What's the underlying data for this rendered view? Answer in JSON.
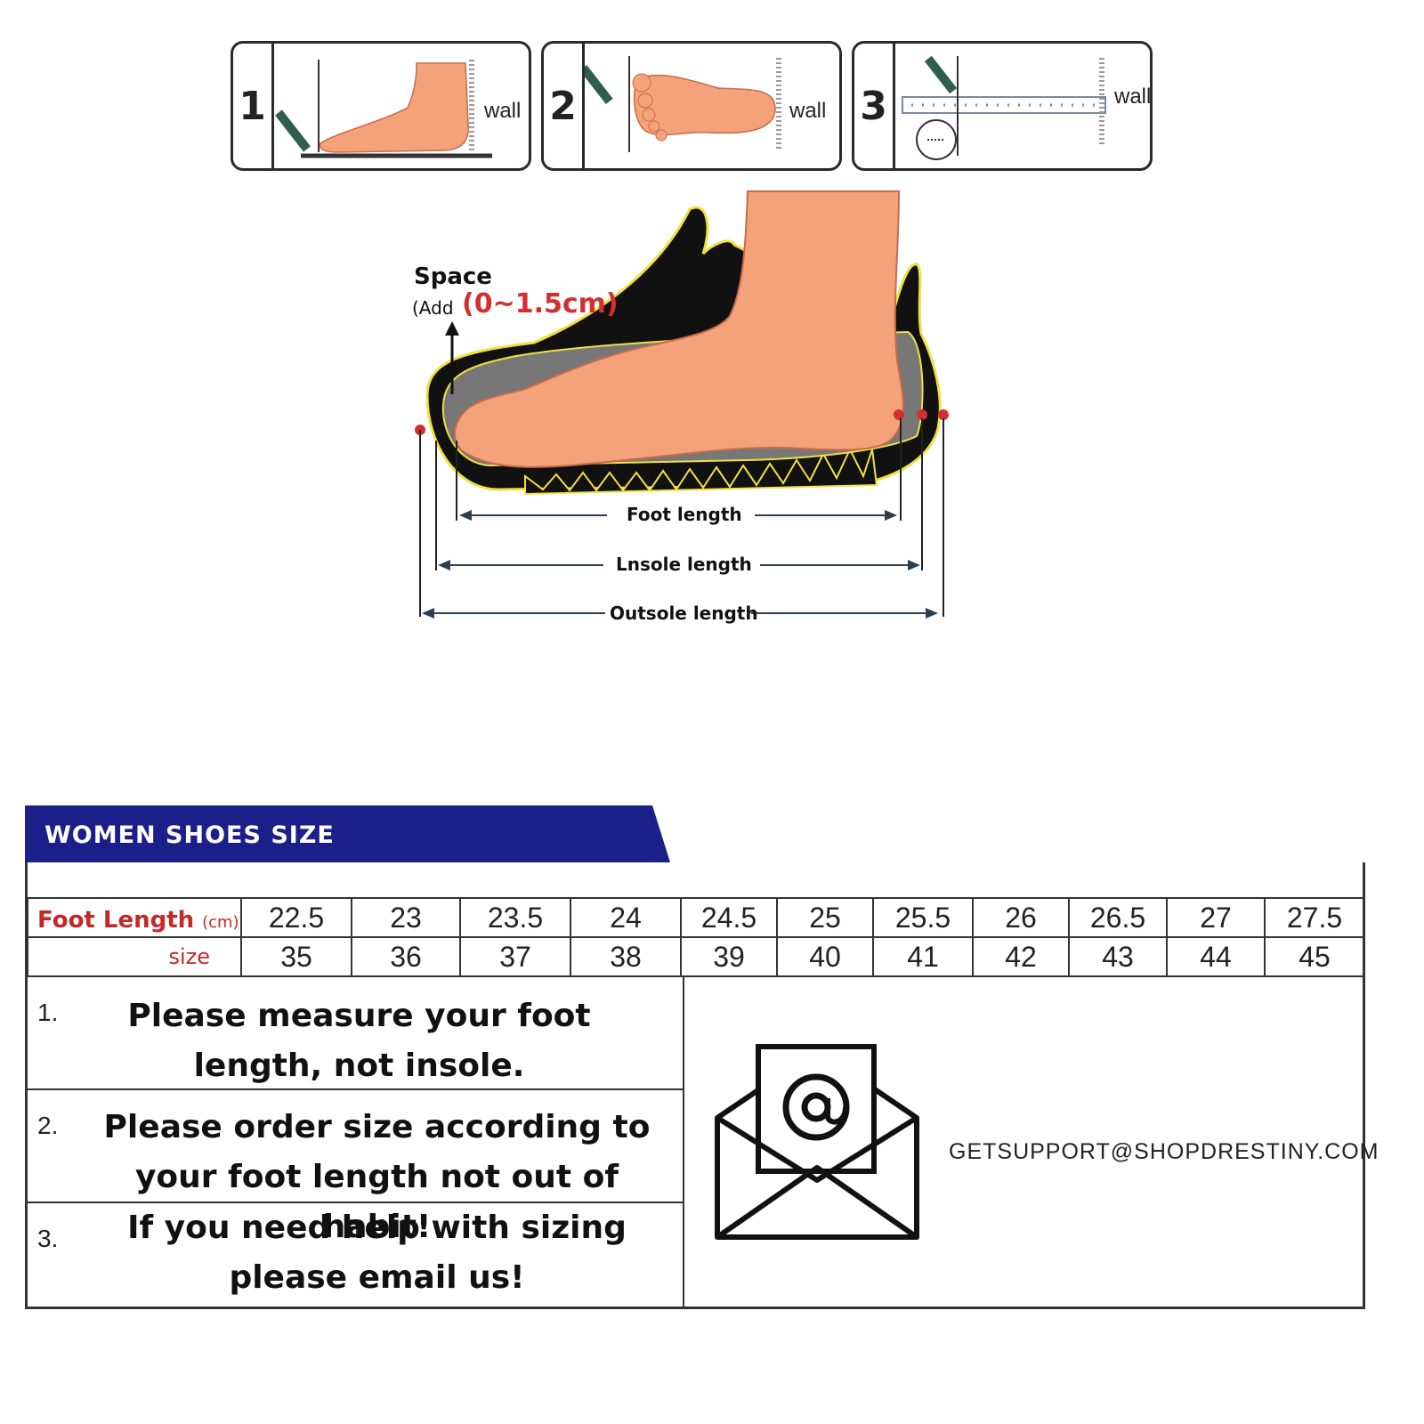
{
  "steps": [
    {
      "number": "1",
      "wall_label": "wall"
    },
    {
      "number": "2",
      "wall_label": "wall"
    },
    {
      "number": "3",
      "wall_label": "wall"
    }
  ],
  "diagram": {
    "space_label": "Space",
    "add_prefix": "(Add",
    "add_value": "(0~1.5cm)",
    "foot_length": "Foot length",
    "insole_length": "Lnsole length",
    "outsole_length": "Outsole length",
    "accent_color": "#d32f2f",
    "skin_color": "#f4a27a"
  },
  "size_chart": {
    "title": "WOMEN SHOES SIZE",
    "banner_color": "#1a1f8a",
    "foot_length_label": "Foot Length",
    "foot_length_unit": "(cm)",
    "size_label": "size",
    "foot_lengths": [
      "22.5",
      "23",
      "23.5",
      "24",
      "24.5",
      "25",
      "25.5",
      "26",
      "26.5",
      "27",
      "27.5"
    ],
    "sizes": [
      "35",
      "36",
      "37",
      "38",
      "39",
      "40",
      "41",
      "42",
      "43",
      "44",
      "45"
    ]
  },
  "notes": [
    {
      "index": "1.",
      "text": "Please measure your foot length, not insole."
    },
    {
      "index": "2.",
      "text": "Please order size according to your foot length not out of habit!"
    },
    {
      "index": "3.",
      "text": "If you need help with sizing please email us!"
    }
  ],
  "contact": {
    "email": "GETSUPPORT@SHOPDRESTINY.COM",
    "icon": "envelope-at-icon"
  }
}
